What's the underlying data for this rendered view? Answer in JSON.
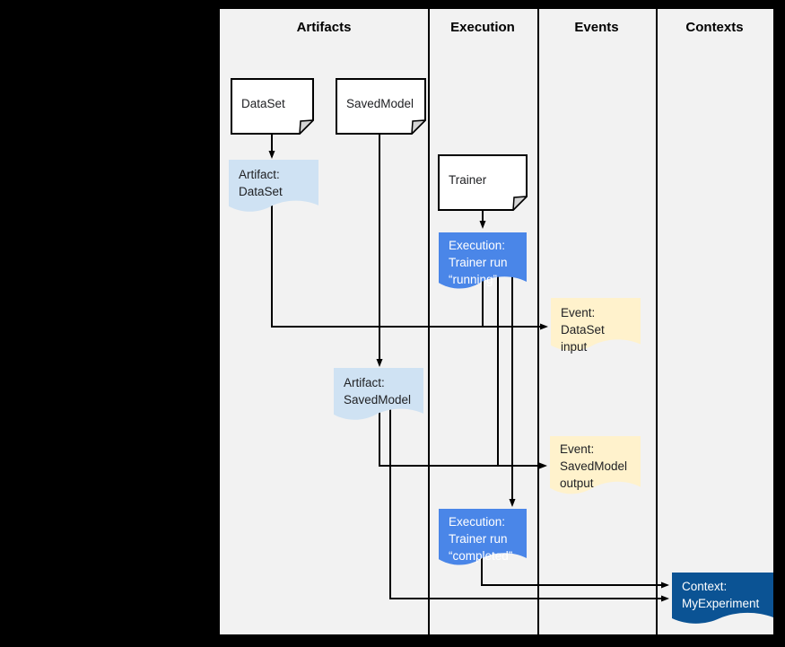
{
  "columns": [
    {
      "label": "Artifacts"
    },
    {
      "label": "Execution"
    },
    {
      "label": "Events"
    },
    {
      "label": "Contexts"
    }
  ],
  "nodes": {
    "dataset_doc": {
      "label": "DataSet",
      "type": "document"
    },
    "savedmodel_doc": {
      "label": "SavedModel",
      "type": "document"
    },
    "trainer_doc": {
      "label": "Trainer",
      "type": "document"
    },
    "artifact_dataset": {
      "label": "Artifact:\nDataSet",
      "type": "artifact-flag"
    },
    "execution_running": {
      "label": "Execution:\nTrainer run\n“running”",
      "type": "execution-flag"
    },
    "event_dataset_input": {
      "label": "Event:\nDataSet input",
      "type": "event-flag"
    },
    "artifact_savedmodel": {
      "label": "Artifact:\nSavedModel",
      "type": "artifact-flag"
    },
    "event_savedmodel_output": {
      "label": "Event:\nSavedModel\noutput",
      "type": "event-flag"
    },
    "execution_completed": {
      "label": "Execution:\nTrainer run\n“completed”",
      "type": "execution-flag"
    },
    "context_myexperiment": {
      "label": "Context:\nMyExperiment",
      "type": "context-flag"
    }
  },
  "colors": {
    "canvas_background": "#f2f2f2",
    "page_background": "#000000",
    "line": "#000000",
    "document_fill": "#ffffff",
    "artifact_fill": "#cfe2f3",
    "execution_fill": "#4a86e8",
    "event_fill": "#fff2cc",
    "context_fill": "#0b5394",
    "light_text": "#ffffff",
    "dark_text": "#202124"
  }
}
